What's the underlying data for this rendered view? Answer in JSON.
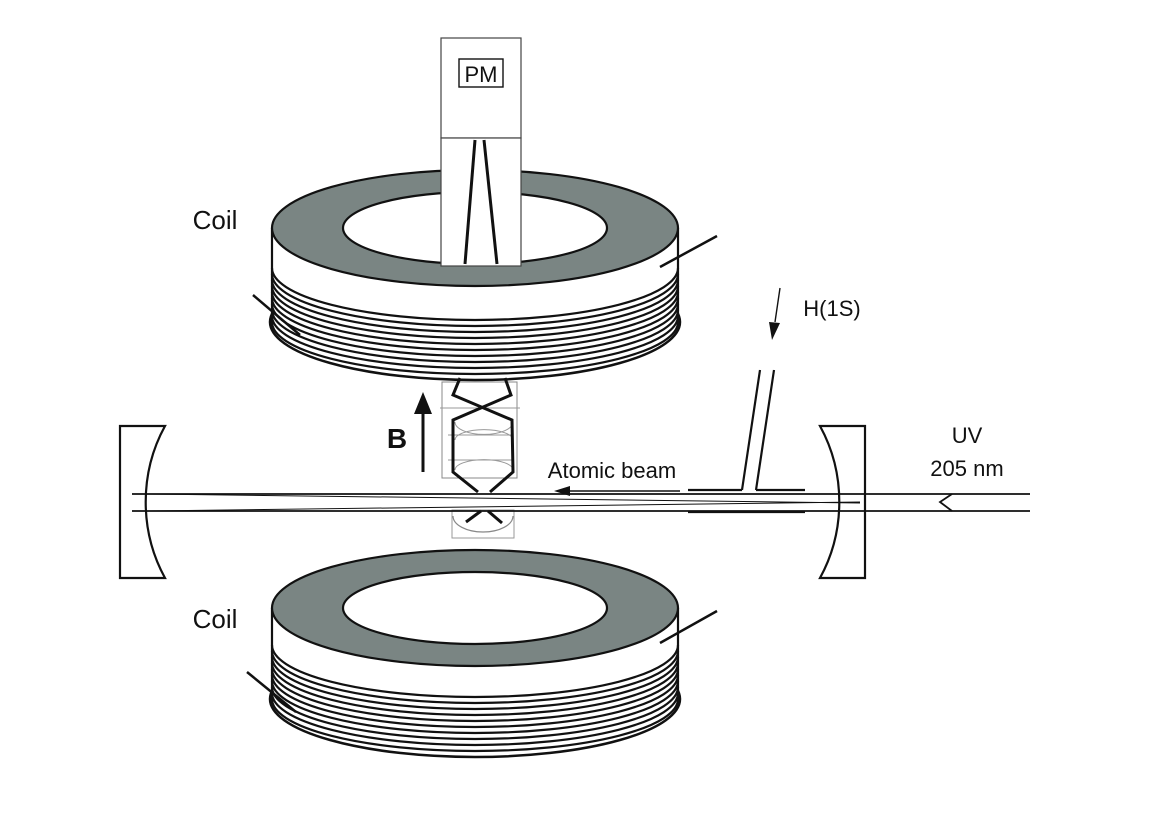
{
  "labels": {
    "pm": "PM",
    "coil_top": "Coil",
    "coil_bottom": "Coil",
    "h1s": "H(1S)",
    "b_field": "B",
    "atomic_beam": "Atomic beam",
    "uv_line1": "UV",
    "uv_line2": "205 nm"
  },
  "colors": {
    "coil_face": "#7a8583",
    "line": "#111111",
    "background": "#ffffff"
  }
}
